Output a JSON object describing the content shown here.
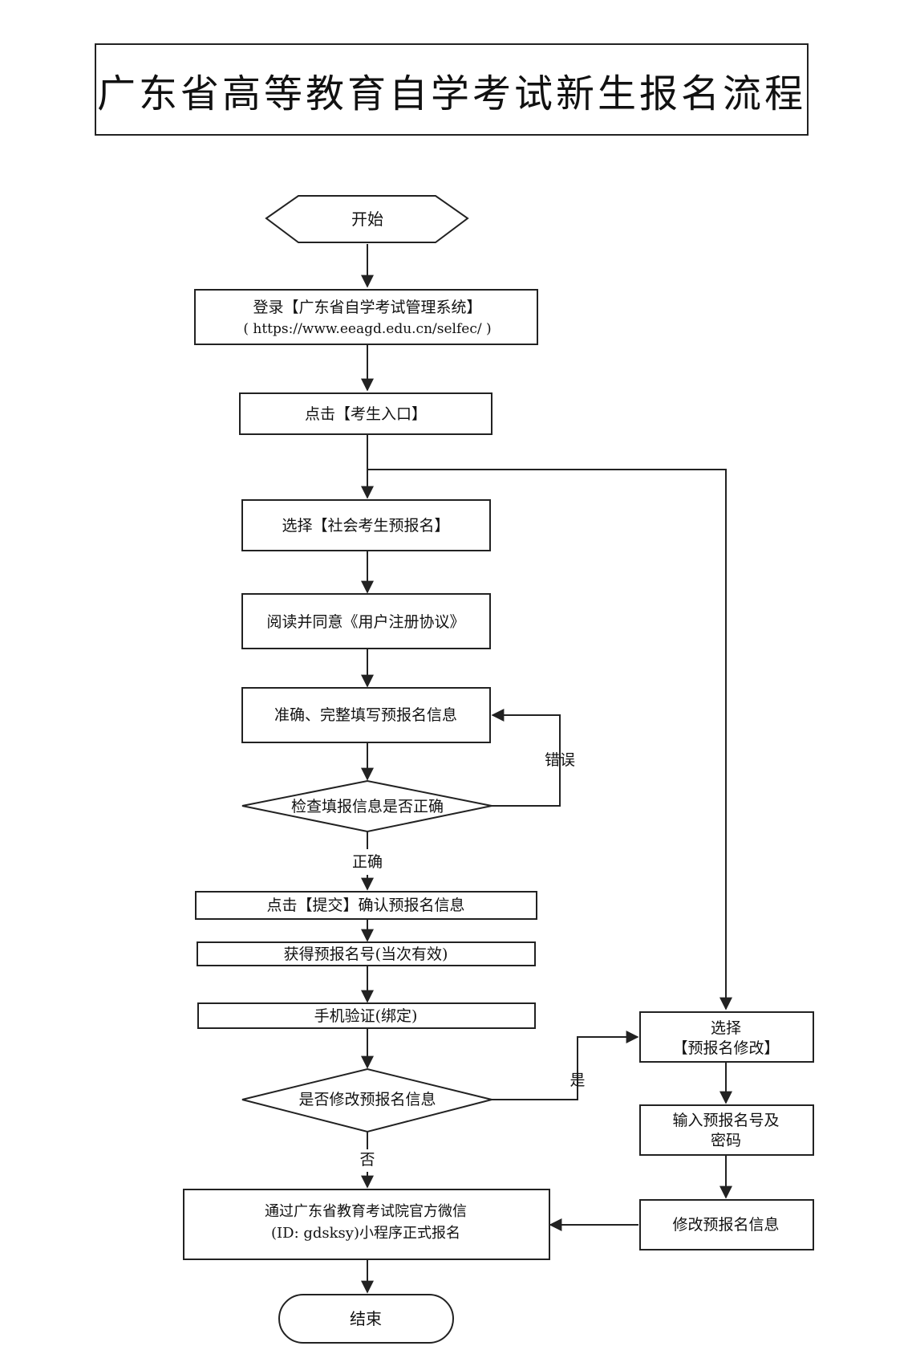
{
  "title": "广东省高等教育自学考试新生报名流程",
  "nodes": {
    "start": "开始",
    "login_line1": "登录【广东省自学考试管理系统】",
    "login_line2": "( https://www.eeagd.edu.cn/selfec/ )",
    "click_entry": "点击【考生入口】",
    "select_prereg": "选择【社会考生预报名】",
    "read_agree": "阅读并同意《用户注册协议》",
    "fill_info": "准确、完整填写预报名信息",
    "check_info": "检查填报信息是否正确",
    "submit": "点击【提交】确认预报名信息",
    "get_number": "获得预报名号(当次有效)",
    "phone_verify": "手机验证(绑定)",
    "modify_q": "是否修改预报名信息",
    "official_line1": "通过广东省教育考试院官方微信",
    "official_line2": "(ID: gdsksy)小程序正式报名",
    "end": "结束",
    "select_modify_line1": "选择",
    "select_modify_line2": "【预报名修改】",
    "input_line1": "输入预报名号及",
    "input_line2": "密码",
    "modify_info": "修改预报名信息"
  },
  "edge_labels": {
    "error": "错误",
    "correct": "正确",
    "yes": "是",
    "no": "否"
  }
}
